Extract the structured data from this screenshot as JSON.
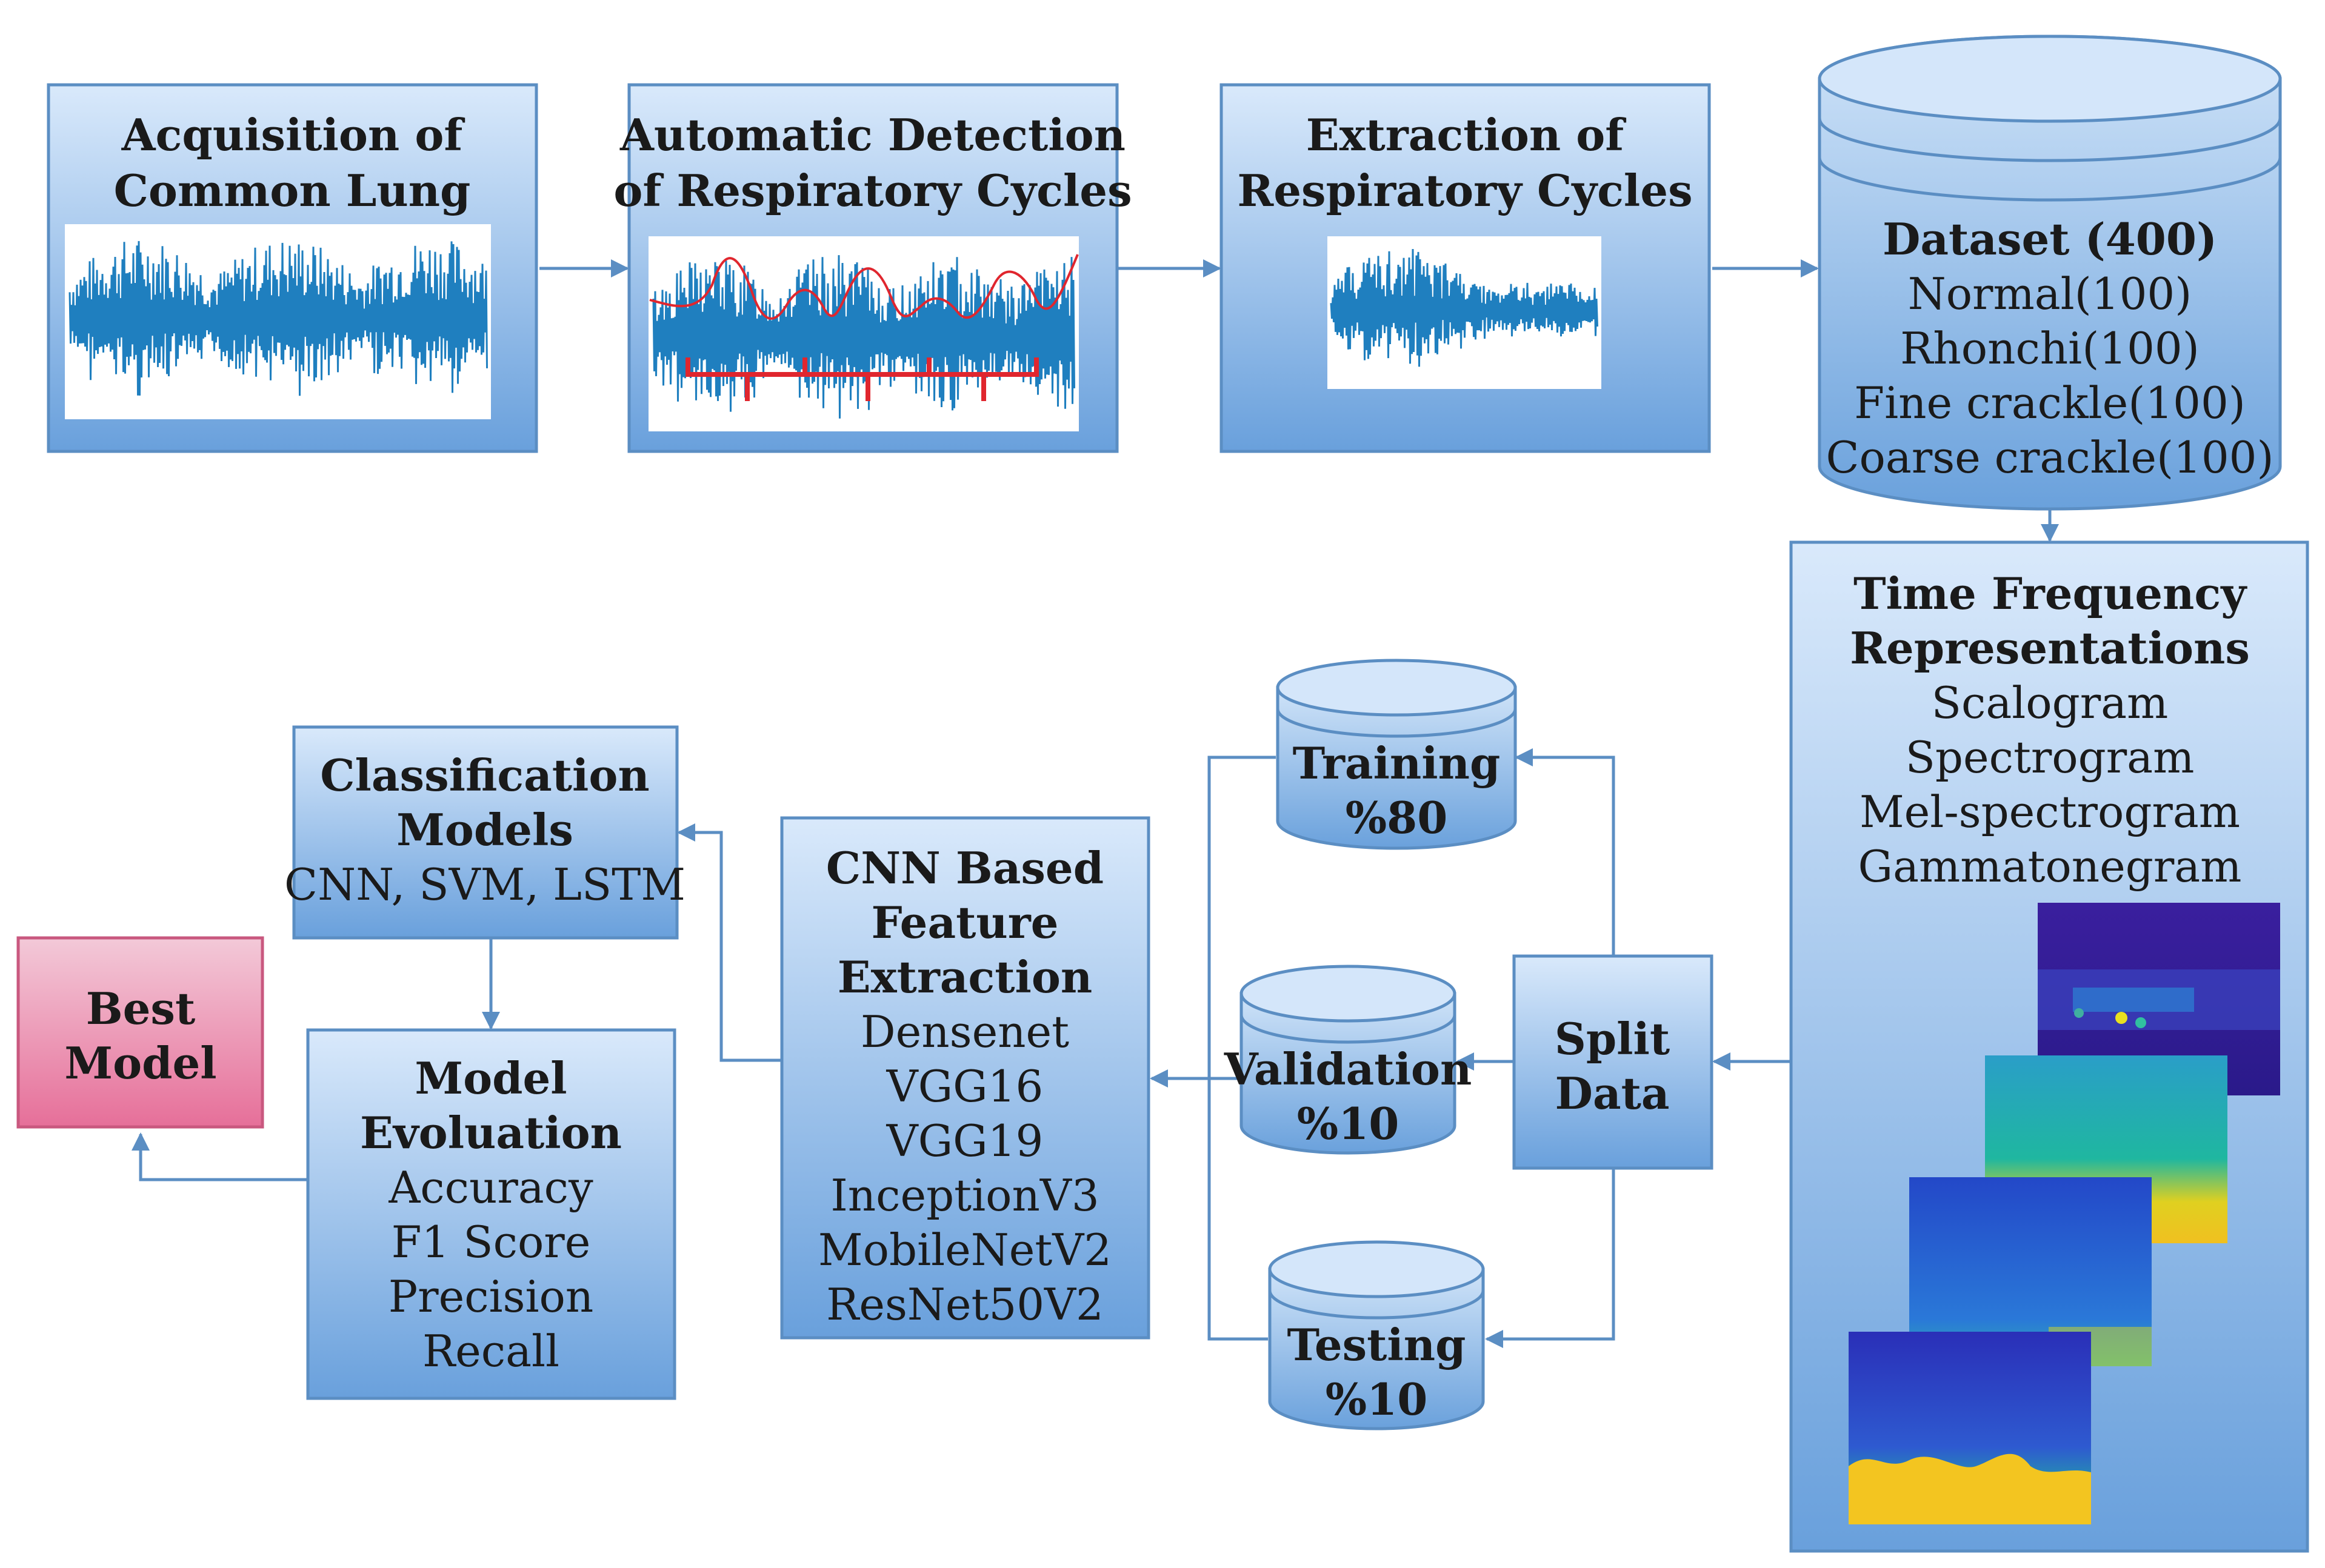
{
  "colors": {
    "box_top": "#d7e8fa",
    "box_bottom": "#6aa1dc",
    "border": "#5b8ec3",
    "best_top": "#f2c6d6",
    "best_bottom": "#e8739c",
    "signal": "#1f7fbf",
    "envelope": "#e0262e"
  },
  "acquisition": {
    "title": [
      "Acquisition of",
      "Common Lung"
    ]
  },
  "detection": {
    "title": [
      "Automatic Detection",
      "of Respiratory Cycles"
    ]
  },
  "extraction": {
    "title": [
      "Extraction of",
      "Respiratory Cycles"
    ]
  },
  "dataset": {
    "title": "Dataset (400)",
    "items": [
      "Normal(100)",
      "Rhonchi(100)",
      "Fine crackle(100)",
      "Coarse crackle(100)"
    ]
  },
  "tfr": {
    "title": [
      "Time Frequency",
      "Representations"
    ],
    "items": [
      "Scalogram",
      "Spectrogram",
      "Mel-spectrogram",
      "Gammatonegram"
    ]
  },
  "split": {
    "title": [
      "Split",
      "Data"
    ]
  },
  "training": {
    "title": "Training",
    "value": "%80"
  },
  "validation": {
    "title": "Validation",
    "value": "%10"
  },
  "testing": {
    "title": "Testing",
    "value": "%10"
  },
  "cnn": {
    "title": [
      "CNN Based",
      "Feature",
      "Extraction"
    ],
    "items": [
      "Densenet",
      "VGG16",
      "VGG19",
      "InceptionV3",
      "MobileNetV2",
      "ResNet50V2"
    ]
  },
  "classification": {
    "title": [
      "Classification",
      "Models"
    ],
    "items": [
      "CNN, SVM, LSTM"
    ]
  },
  "evaluation": {
    "title": [
      "Model",
      "Evoluation"
    ],
    "items": [
      "Accuracy",
      "F1 Score",
      "Precision",
      "Recall"
    ]
  },
  "best": {
    "title": [
      "Best",
      "Model"
    ]
  }
}
